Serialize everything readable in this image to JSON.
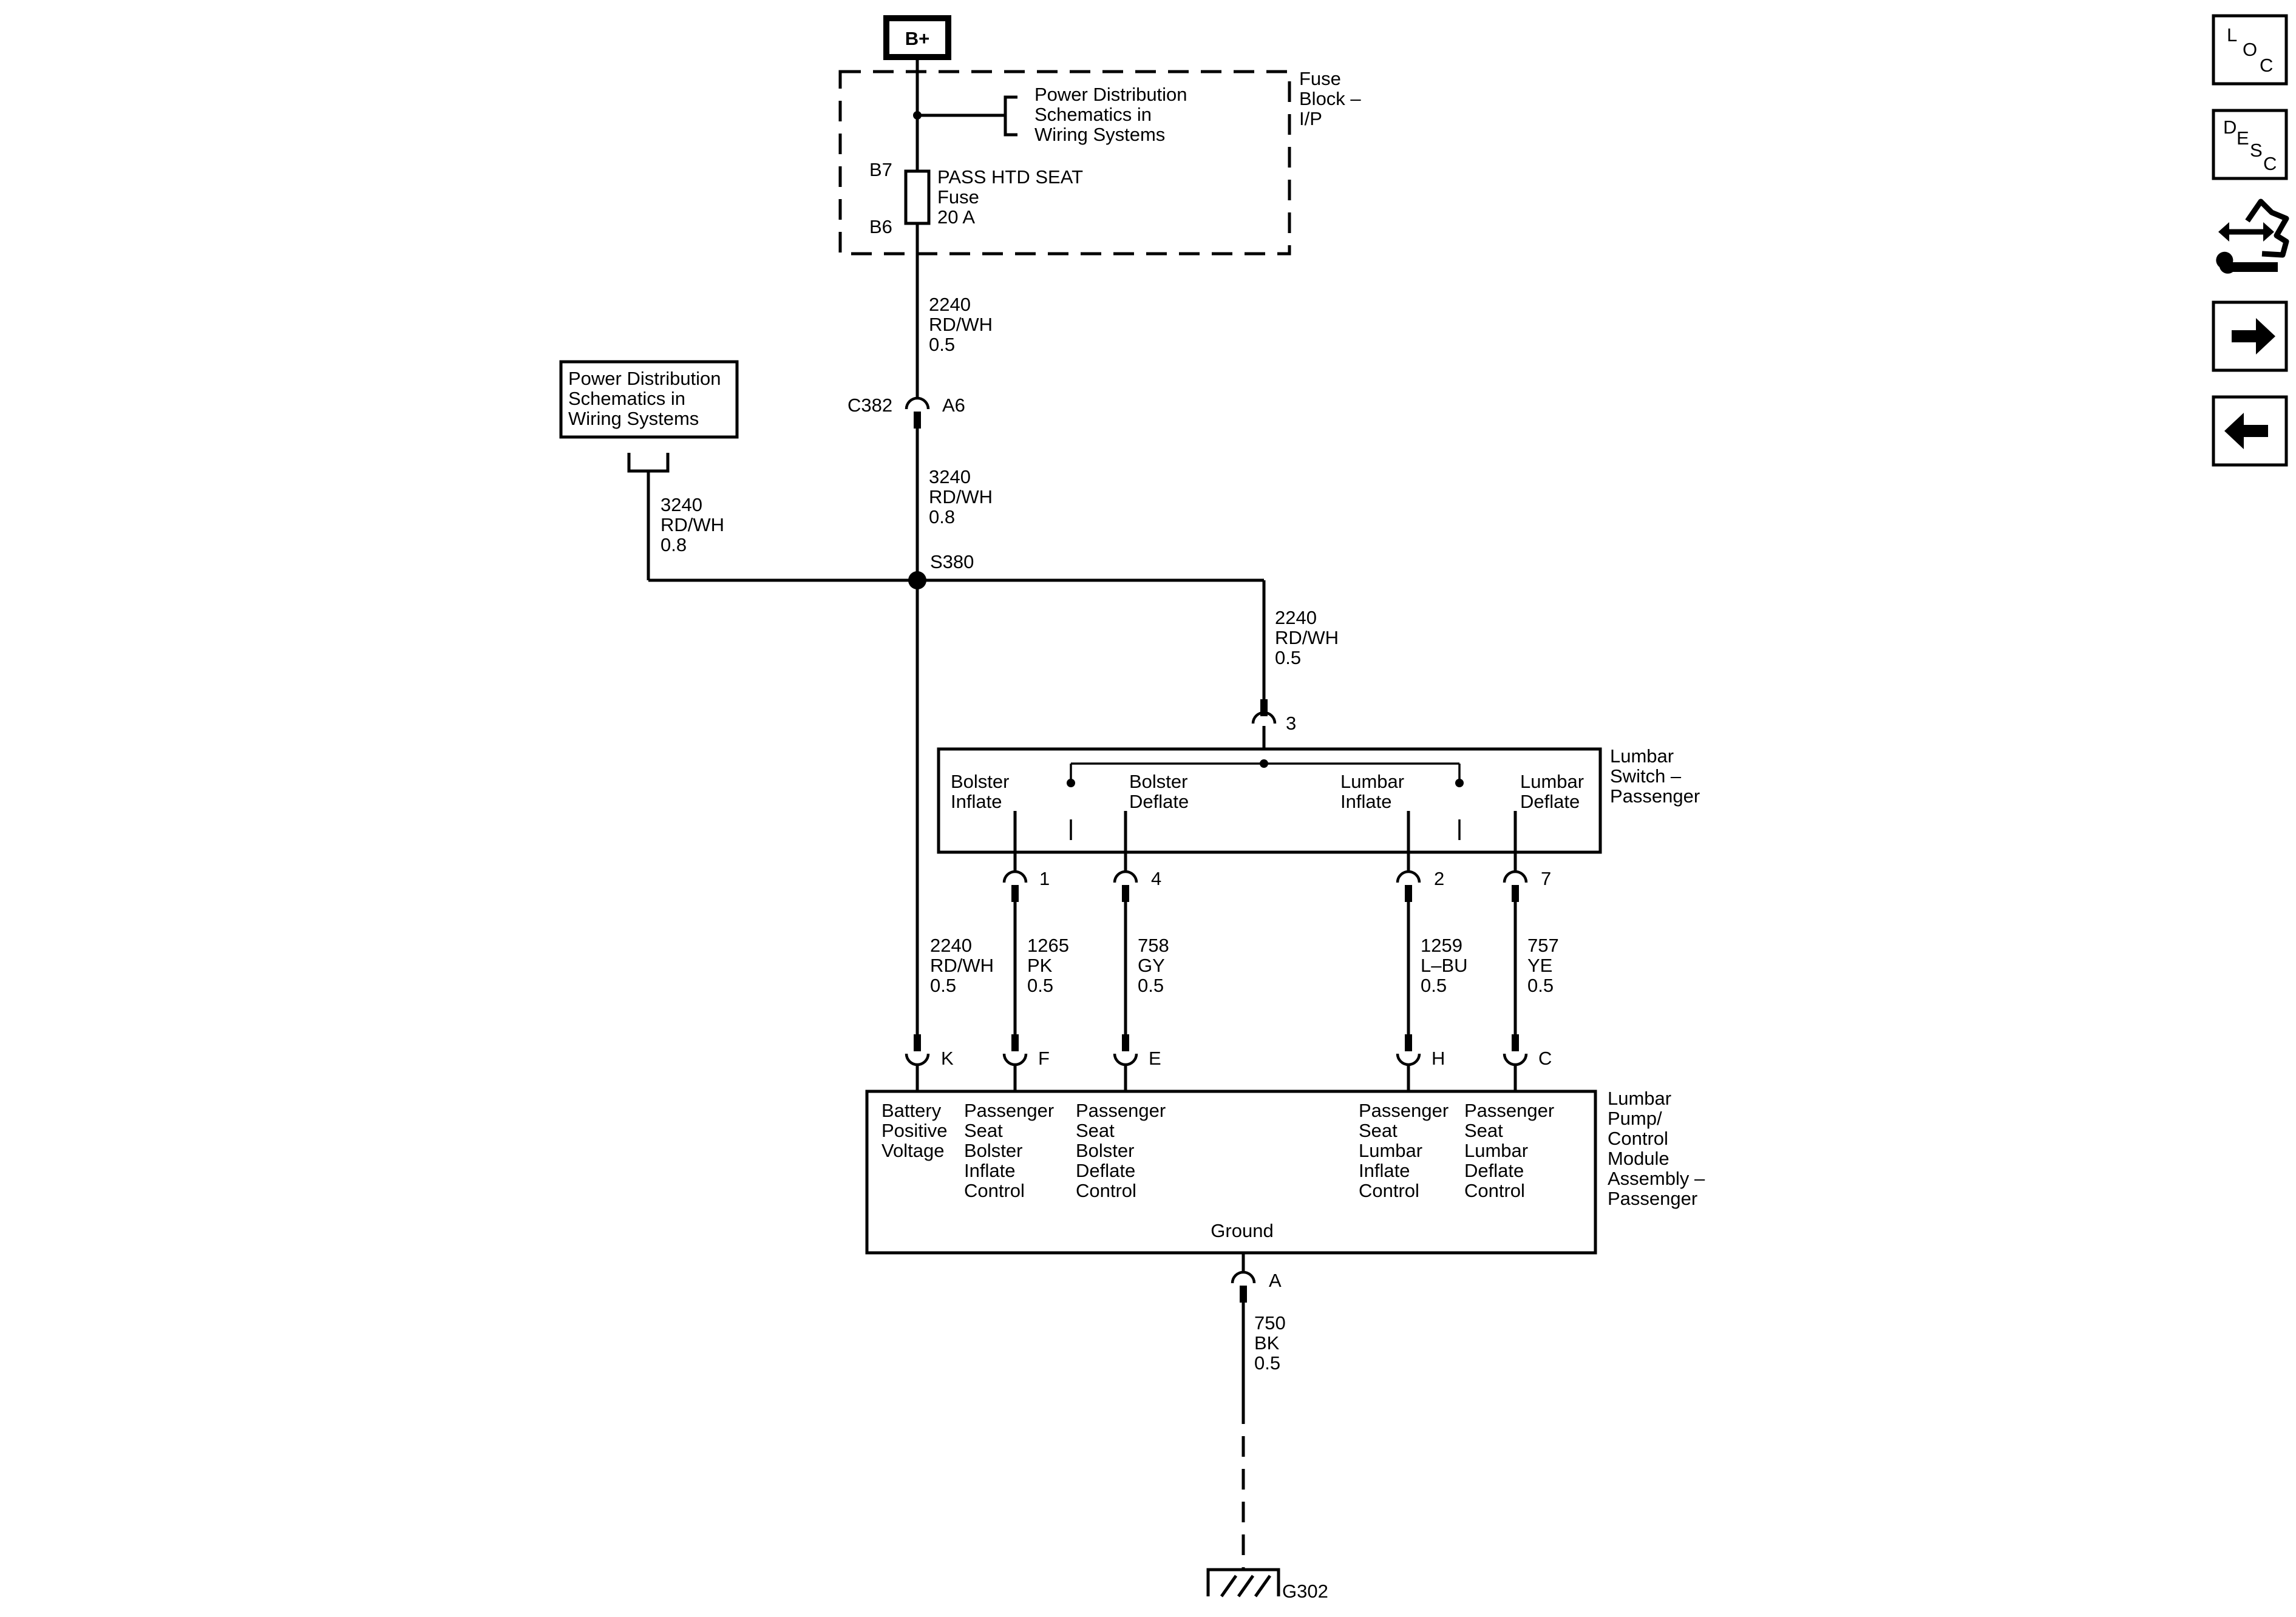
{
  "power": {
    "label": "B+"
  },
  "fuse_block": {
    "name": [
      "Fuse",
      "Block –",
      "I/P"
    ],
    "ref_lines": [
      "Power Distribution",
      "Schematics in",
      "Wiring Systems"
    ],
    "pin_top": "B7",
    "pin_bottom": "B6",
    "fuse_lines": [
      "PASS HTD SEAT",
      "Fuse",
      "20 A"
    ]
  },
  "ref_box": {
    "lines": [
      "Power Distribution",
      "Schematics in",
      "Wiring Systems"
    ]
  },
  "wires": {
    "w_fuse_out": [
      "2240",
      "RD/WH",
      "0.5"
    ],
    "w_c382_out": [
      "3240",
      "RD/WH",
      "0.8"
    ],
    "w_left_branch": [
      "3240",
      "RD/WH",
      "0.8"
    ],
    "w_switch_feed": [
      "2240",
      "RD/WH",
      "0.5"
    ],
    "w_pump_feed": [
      "2240",
      "RD/WH",
      "0.5"
    ],
    "w_bolster_inflate": [
      "1265",
      "PK",
      "0.5"
    ],
    "w_bolster_deflate": [
      "758",
      "GY",
      "0.5"
    ],
    "w_lumbar_inflate": [
      "1259",
      "L–BU",
      "0.5"
    ],
    "w_lumbar_deflate": [
      "757",
      "YE",
      "0.5"
    ],
    "w_ground": [
      "750",
      "BK",
      "0.5"
    ]
  },
  "connector_c382": {
    "name": "C382",
    "pin": "A6"
  },
  "splice": {
    "name": "S380"
  },
  "lumbar_switch": {
    "name": [
      "Lumbar",
      "Switch –",
      "Passenger"
    ],
    "feed_pin": "3",
    "sections": {
      "bolster_inflate": [
        "Bolster",
        "Inflate"
      ],
      "bolster_deflate": [
        "Bolster",
        "Deflate"
      ],
      "lumbar_inflate": [
        "Lumbar",
        "Inflate"
      ],
      "lumbar_deflate": [
        "Lumbar",
        "Deflate"
      ]
    },
    "pins": {
      "bolster_inflate": "1",
      "bolster_deflate": "4",
      "lumbar_inflate": "2",
      "lumbar_deflate": "7"
    }
  },
  "pump_module": {
    "name": [
      "Lumbar",
      "Pump/",
      "Control",
      "Module",
      "Assembly –",
      "Passenger"
    ],
    "pins": {
      "battery": "K",
      "bolster_inflate": "F",
      "bolster_deflate": "E",
      "lumbar_inflate": "H",
      "lumbar_deflate": "C",
      "ground": "A"
    },
    "functions": {
      "battery": [
        "Battery",
        "Positive",
        "Voltage"
      ],
      "bolster_inflate": [
        "Passenger",
        "Seat",
        "Bolster",
        "Inflate",
        "Control"
      ],
      "bolster_deflate": [
        "Passenger",
        "Seat",
        "Bolster",
        "Deflate",
        "Control"
      ],
      "lumbar_inflate": [
        "Passenger",
        "Seat",
        "Lumbar",
        "Inflate",
        "Control"
      ],
      "lumbar_deflate": [
        "Passenger",
        "Seat",
        "Lumbar",
        "Deflate",
        "Control"
      ]
    },
    "ground_label": "Ground"
  },
  "ground_point": {
    "name": "G302"
  },
  "nav": {
    "loc": [
      "L",
      "O",
      "C"
    ],
    "desc": [
      "D",
      "E",
      "S",
      "C"
    ],
    "connector_icon": "connector-tools-icon",
    "next_icon": "arrow-right-icon",
    "prev_icon": "arrow-left-icon"
  }
}
